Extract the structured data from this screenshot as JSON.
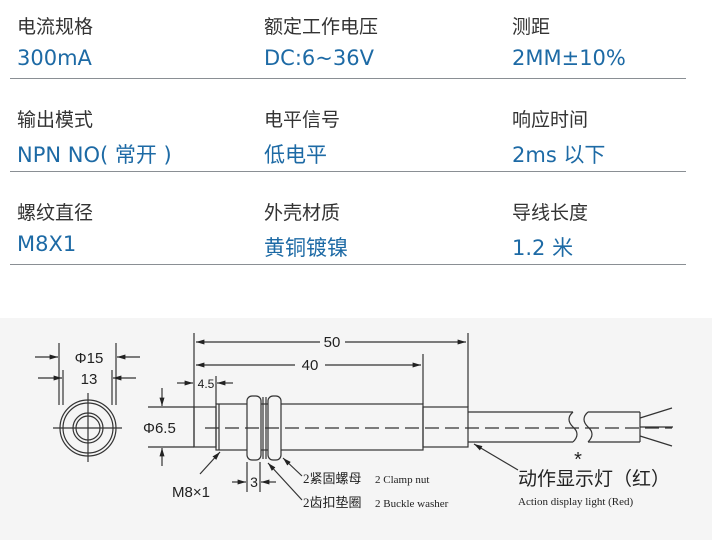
{
  "specs": [
    [
      {
        "label": "电流规格",
        "value": "300mA"
      },
      {
        "label": "额定工作电压",
        "value": "DC:6~36V"
      },
      {
        "label": "测距",
        "value": "2MM±10%"
      }
    ],
    [
      {
        "label": "输出模式",
        "value": "NPN NO( 常开 )"
      },
      {
        "label": "电平信号",
        "value": "低电平"
      },
      {
        "label": "响应时间",
        "value": "2ms 以下"
      }
    ],
    [
      {
        "label": "螺纹直径",
        "value": "M8X1"
      },
      {
        "label": "外壳材质",
        "value": "黄铜镀镍"
      },
      {
        "label": "导线长度",
        "value": "1.2 米"
      }
    ]
  ],
  "drawing": {
    "dim_outer_diameter": "Φ15",
    "dim_inner": "13",
    "dim_total_length": "50",
    "dim_body_length": "40",
    "dim_thread_start": "4.5",
    "dim_face_diameter": "Φ6.5",
    "dim_nut_width": "3",
    "thread_label": "M8×1",
    "clamp_nut_cn": "2紧固螺母",
    "clamp_nut_en": "2 Clamp nut",
    "washer_cn": "2齿扣垫圈",
    "washer_en": "2 Buckle washer",
    "asterisk": "*",
    "light_cn": "动作显示灯（红）",
    "light_en": "Action display light (Red)"
  },
  "colors": {
    "value_text": "#1d6aa5",
    "label_text": "#333333"
  }
}
